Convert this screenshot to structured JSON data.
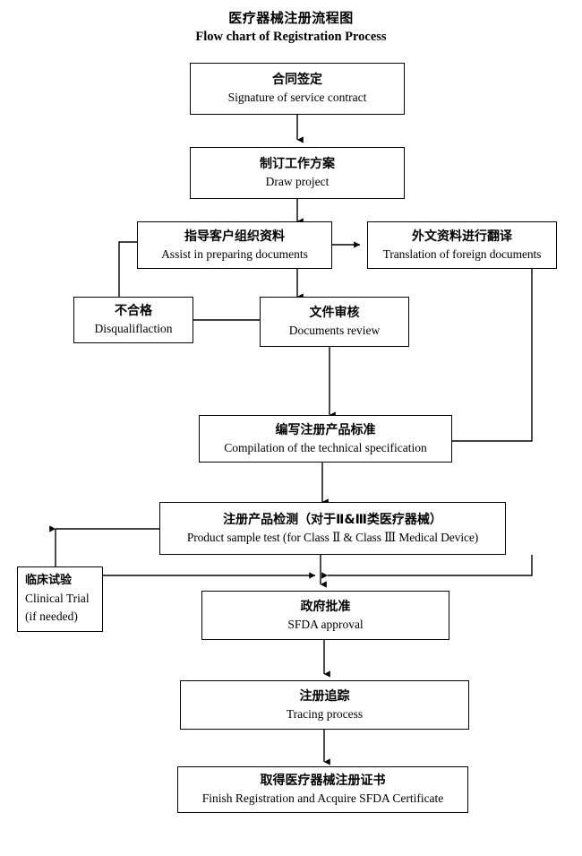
{
  "title": {
    "cn": "医疗器械注册流程图",
    "en": "Flow chart of Registration Process"
  },
  "nodes": {
    "contract": {
      "cn": "合同签定",
      "en": "Signature of service contract"
    },
    "draw_project": {
      "cn": "制订工作方案",
      "en": "Draw project"
    },
    "assist_documents": {
      "cn": "指导客户组织资料",
      "en": "Assist in preparing documents"
    },
    "translation": {
      "cn": "外文资料进行翻译",
      "en": "Translation of foreign documents"
    },
    "disqualification": {
      "cn": "不合格",
      "en": "Disqualiflaction"
    },
    "documents_review": {
      "cn": "文件审核",
      "en": "Documents review"
    },
    "technical_spec": {
      "cn": "编写注册产品标准",
      "en": "Compilation of the technical specification"
    },
    "product_sample_test": {
      "cn": "注册产品检测（对于Ⅱ&Ⅲ类医疗器械）",
      "en": "Product sample test (for Class  Ⅱ & Class  Ⅲ  Medical Device)"
    },
    "clinical_trial": {
      "cn": "临床试验",
      "en": "Clinical Trial",
      "note": "(if needed)"
    },
    "sfda_approval": {
      "cn": "政府批准",
      "en": "SFDA approval"
    },
    "tracing": {
      "cn": "注册追踪",
      "en": "Tracing process"
    },
    "finish": {
      "cn": "取得医疗器械注册证书",
      "en": "Finish Registration and Acquire SFDA Certificate"
    }
  },
  "colors": {
    "stroke": "#000000",
    "background": "#ffffff",
    "text": "#000000"
  },
  "chart_data": {
    "type": "diagram",
    "title": "Flow chart of Registration Process",
    "nodes": [
      "Signature of service contract",
      "Draw project",
      "Assist in preparing documents",
      "Translation of foreign documents",
      "Disqualiflaction",
      "Documents review",
      "Compilation of the technical specification",
      "Product sample test (for Class  Ⅱ & Class  Ⅲ  Medical Device)",
      "Clinical Trial (if needed)",
      "SFDA approval",
      "Tracing process",
      "Finish Registration and Acquire SFDA Certificate"
    ],
    "edges": [
      [
        "Signature of service contract",
        "Draw project"
      ],
      [
        "Draw project",
        "Assist in preparing documents"
      ],
      [
        "Assist in preparing documents",
        "Translation of foreign documents"
      ],
      [
        "Assist in preparing documents",
        "Documents review"
      ],
      [
        "Documents review",
        "Disqualiflaction"
      ],
      [
        "Disqualiflaction",
        "Assist in preparing documents"
      ],
      [
        "Documents review",
        "Compilation of the technical specification"
      ],
      [
        "Translation of foreign documents",
        "Compilation of the technical specification"
      ],
      [
        "Compilation of the technical specification",
        "Product sample test (for Class  Ⅱ & Class  Ⅲ  Medical Device)"
      ],
      [
        "Product sample test (for Class  Ⅱ & Class  Ⅲ  Medical Device)",
        "Clinical Trial (if needed)"
      ],
      [
        "Product sample test (for Class  Ⅱ & Class  Ⅲ  Medical Device)",
        "SFDA approval"
      ],
      [
        "Clinical Trial (if needed)",
        "SFDA approval"
      ],
      [
        "SFDA approval",
        "Tracing process"
      ],
      [
        "Tracing process",
        "Finish Registration and Acquire SFDA Certificate"
      ]
    ]
  }
}
